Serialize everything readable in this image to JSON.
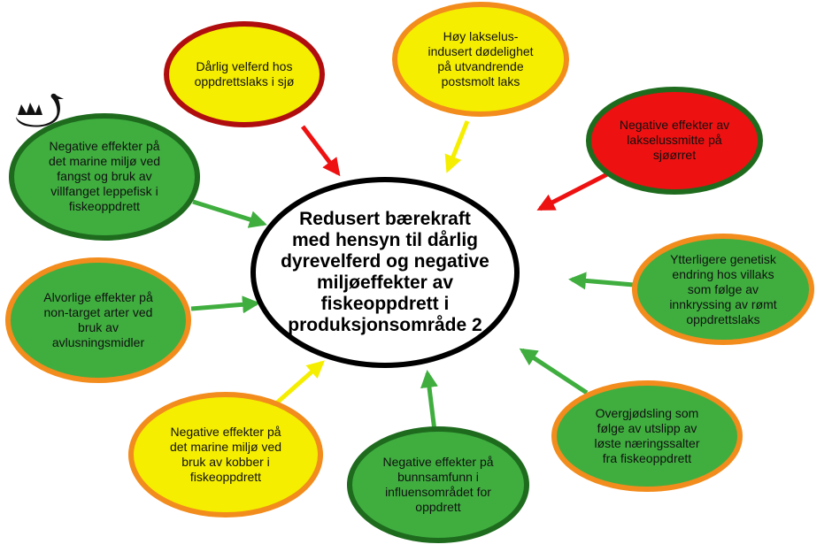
{
  "colors": {
    "green": "#3fae3f",
    "yellow": "#f5ee00",
    "red": "#ee1111",
    "border_dark_green": "#1e6b1e",
    "border_orange": "#f28c1c",
    "border_dark_red": "#b00e0e",
    "center_fill": "#ffffff",
    "center_border": "#000000"
  },
  "center": {
    "text": "Redusert bærekraft\nmed hensyn til dårlig\ndyrevelferd og negative\nmiljøeffekter av\nfiskeoppdrett i\nproduksjonsområde 2"
  },
  "icons": {
    "logo": "black-swan-icon"
  },
  "nodes": [
    {
      "id": "velferd",
      "text": "Dårlig velferd hos\noppdrettslaks i sjø",
      "fill": "yellow",
      "border": "border_dark_red",
      "arrow": "red"
    },
    {
      "id": "lakselus-dodelighet",
      "text": "Høy lakselus-\nindusert dødelighet\npå utvandrende\npostsmolt laks",
      "fill": "yellow",
      "border": "border_orange",
      "arrow": "yellow"
    },
    {
      "id": "sjoorret",
      "text": "Negative effekter av\nlakselussmitte på\nsjøørret",
      "fill": "red",
      "border": "border_dark_green",
      "arrow": "red"
    },
    {
      "id": "genetisk",
      "text": "Ytterligere genetisk\nendring hos villaks\nsom følge av\ninnkryssing av rømt\noppdrettslaks",
      "fill": "green",
      "border": "border_orange",
      "arrow": "green"
    },
    {
      "id": "overgjodsling",
      "text": "Overgjødsling som\nfølge av utslipp av\nløste næringssalter\nfra fiskeoppdrett",
      "fill": "green",
      "border": "border_orange",
      "arrow": "green"
    },
    {
      "id": "bunnsamfunn",
      "text": "Negative effekter på\nbunnsamfunn i\ninfluensområdet for\noppdrett",
      "fill": "green",
      "border": "border_dark_green",
      "arrow": "green"
    },
    {
      "id": "kobber",
      "text": "Negative effekter på\ndet marine miljø ved\nbruk av kobber i\nfiskeoppdrett",
      "fill": "yellow",
      "border": "border_orange",
      "arrow": "yellow"
    },
    {
      "id": "avlusning",
      "text": "Alvorlige effekter på\nnon-target arter ved\nbruk av\navlusningsmidler",
      "fill": "green",
      "border": "border_orange",
      "arrow": "green"
    },
    {
      "id": "leppefisk",
      "text": "Negative effekter på\ndet marine miljø ved\nfangst og bruk av\nvillfanget leppefisk i\nfiskeoppdrett",
      "fill": "green",
      "border": "border_dark_green",
      "arrow": "green"
    }
  ]
}
